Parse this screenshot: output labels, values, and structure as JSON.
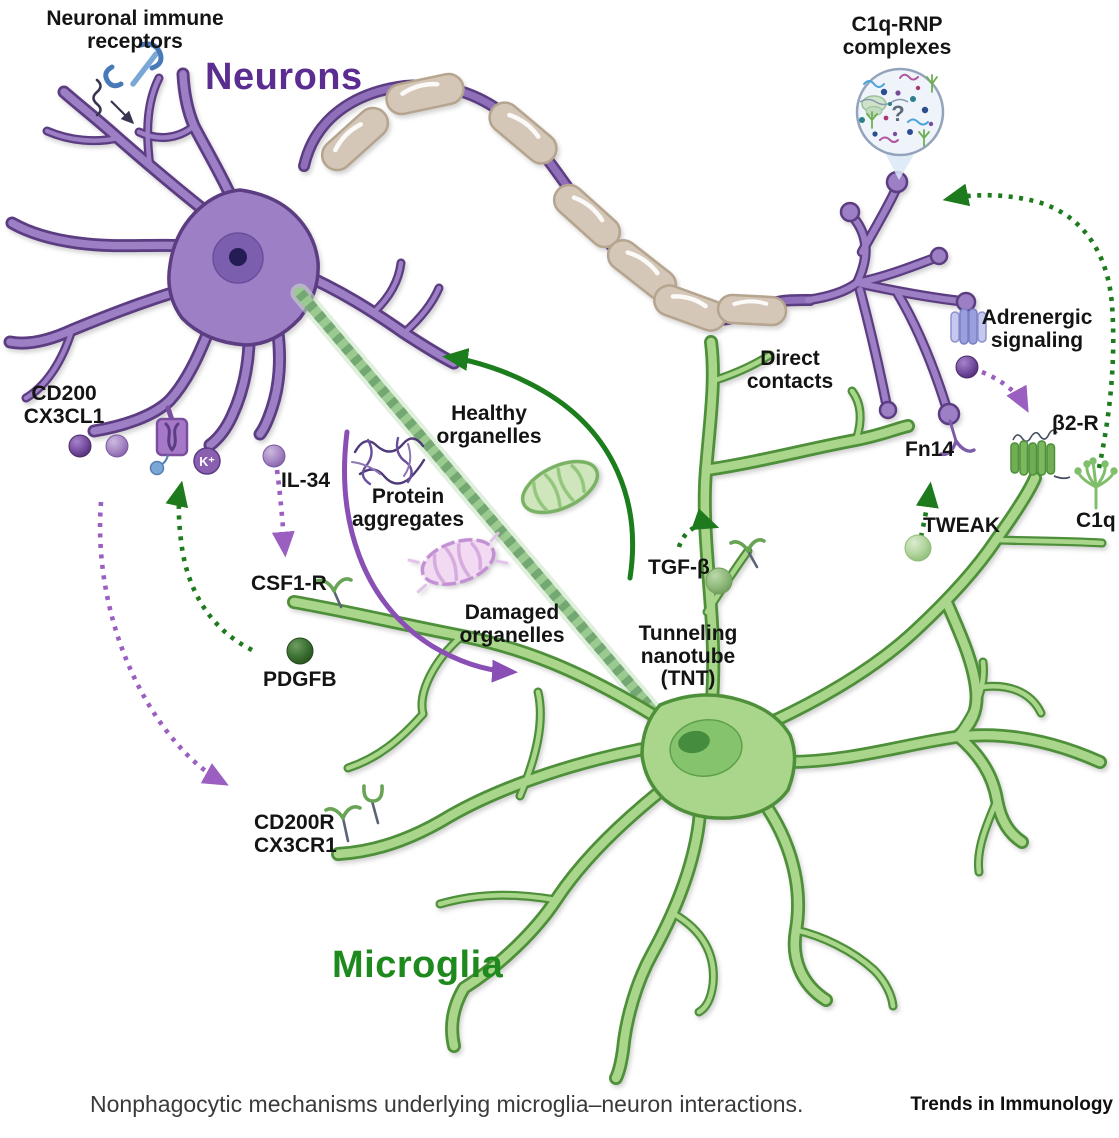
{
  "labels": {
    "neurons": "Neurons",
    "microglia": "Microglia",
    "neuronal_immune_receptors": "Neuronal immune\nreceptors",
    "c1q_rnp_complexes": "C1q-RNP\ncomplexes",
    "cd200_cx3cl1": "CD200\nCX3CL1",
    "il34": "IL-34",
    "csf1r": "CSF1-R",
    "pdgfb": "PDGFB",
    "cd200r_cx3cr1": "CD200R\nCX3CR1",
    "healthy_organelles": "Healthy\norganelles",
    "protein_aggregates": "Protein\naggregates",
    "damaged_organelles": "Damaged\norganelles",
    "tunneling_nanotube": "Tunneling\nnanotube\n(TNT)",
    "tgf_beta": "TGF-β",
    "direct_contacts": "Direct\ncontacts",
    "adrenergic_signaling": "Adrenergic\nsignaling",
    "fn14": "Fn14",
    "beta2_r": "β2-R",
    "tweak": "TWEAK",
    "c1q": "C1q",
    "k_ion": "K⁺",
    "unknown_marker": "?"
  },
  "caption": {
    "text": "Nonphagocytic mechanisms underlying microglia–neuron interactions.",
    "journal": "Trends in Immunology"
  },
  "colors": {
    "neuron_fill": "#9d7fc6",
    "neuron_outline": "#5c3d82",
    "microglia_fill": "#a9d68a",
    "microglia_outline": "#4e8f3a",
    "myelin_fill": "#d4c7b8",
    "green_arrow": "#1c7d1c",
    "purple_arrow": "#9a5fc0",
    "neurons_title": "#5c2d91",
    "microglia_title": "#1e8a1e"
  }
}
